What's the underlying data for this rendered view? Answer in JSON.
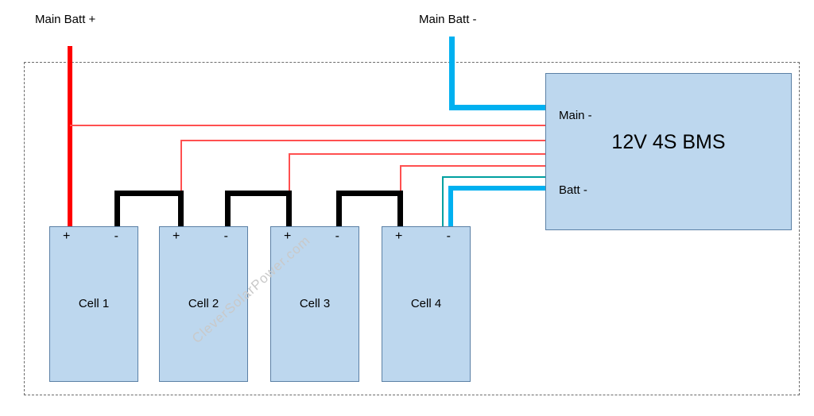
{
  "page": {
    "main_batt_plus_label": "Main Batt +",
    "main_batt_minus_label": "Main Batt -",
    "watermark": "CleverSolarPower.com"
  },
  "bms": {
    "title": "12V 4S BMS",
    "main_minus_label": "Main -",
    "batt_minus_label": "Batt -"
  },
  "cells": [
    {
      "name": "Cell 1",
      "plus": "+",
      "minus": "-"
    },
    {
      "name": "Cell 2",
      "plus": "+",
      "minus": "-"
    },
    {
      "name": "Cell 3",
      "plus": "+",
      "minus": "-"
    },
    {
      "name": "Cell 4",
      "plus": "+",
      "minus": "-"
    }
  ],
  "colors": {
    "cell_fill": "#BDD7EE",
    "cell_border": "#5B80A5",
    "wire_main_positive": "#FF0000",
    "wire_main_negative": "#00B0F0",
    "wire_series_link": "#000000",
    "wire_balance_sense_red": "#FF5050",
    "wire_balance_sense_teal": "#00A0A0"
  }
}
